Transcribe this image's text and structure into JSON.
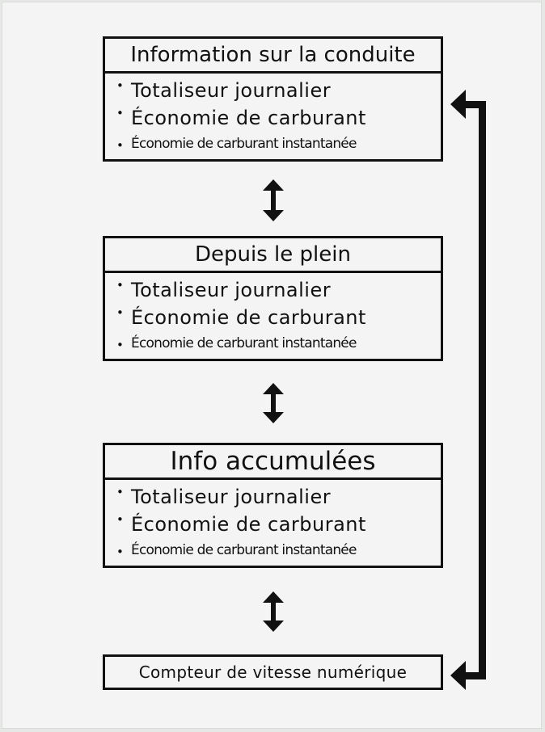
{
  "boxes": [
    {
      "title": "Information sur la conduite",
      "items": [
        "Totaliseur journalier",
        "Économie de carburant",
        "Économie de carburant instantanée"
      ]
    },
    {
      "title": "Depuis le plein",
      "items": [
        "Totaliseur journalier",
        "Économie de carburant",
        "Économie de carburant instantanée"
      ]
    },
    {
      "title": "Info accumulées",
      "items": [
        "Totaliseur journalier",
        "Économie de carburant",
        "Économie de carburant instantanée"
      ]
    }
  ],
  "last_box": {
    "label": "Compteur de vitesse numérique"
  },
  "colors": {
    "line": "#111111",
    "background": "#f3f4f3"
  }
}
